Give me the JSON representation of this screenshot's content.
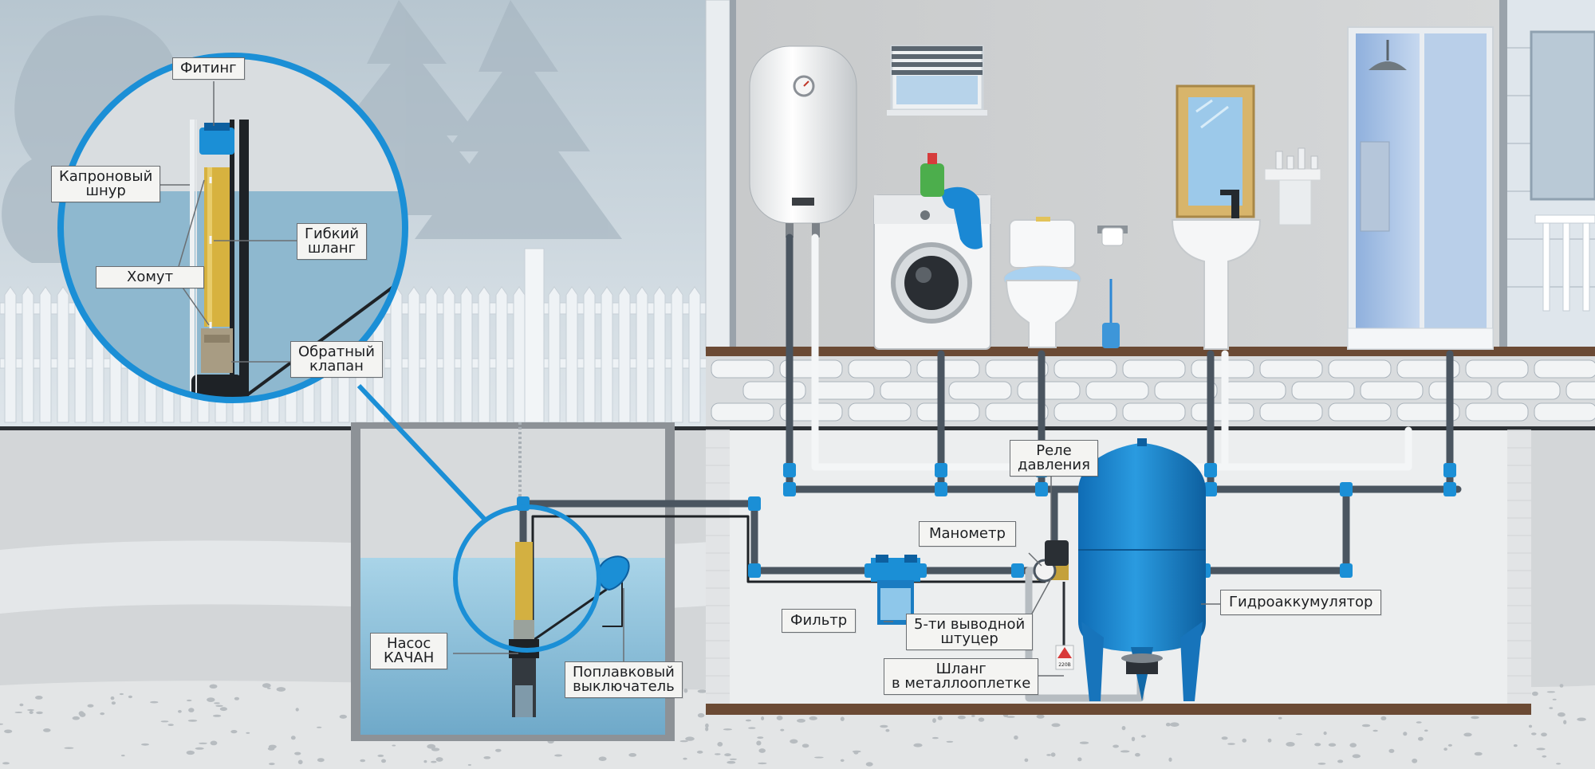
{
  "labels": {
    "fitting": "Фитинг",
    "capron_cord": [
      "Капроновый",
      "шнур"
    ],
    "flex_hose": [
      "Гибкий",
      "шланг"
    ],
    "clamp": "Хомут",
    "check_valve": [
      "Обратный",
      "клапан"
    ],
    "pump": [
      "Насос",
      "КАЧАН"
    ],
    "float_switch": [
      "Поплавковый",
      "выключатель"
    ],
    "pressure_relay": [
      "Реле",
      "давления"
    ],
    "manometer": "Манометр",
    "filter": "Фильтр",
    "fitting_5way": [
      "5-ти выводной",
      "штуцер"
    ],
    "hydro_accumulator": "Гидроаккумулятор",
    "braided_hose": [
      "Шланг",
      "в металлооплетке"
    ]
  },
  "warning_sign": "220В",
  "colors": {
    "sky": "#c9d6df",
    "water": "#8fc3dd",
    "accent_blue": "#1b8fd6",
    "pipe": "#4a5560",
    "soil": "#cfd2d4",
    "floor_wood": "#6b4a34"
  }
}
